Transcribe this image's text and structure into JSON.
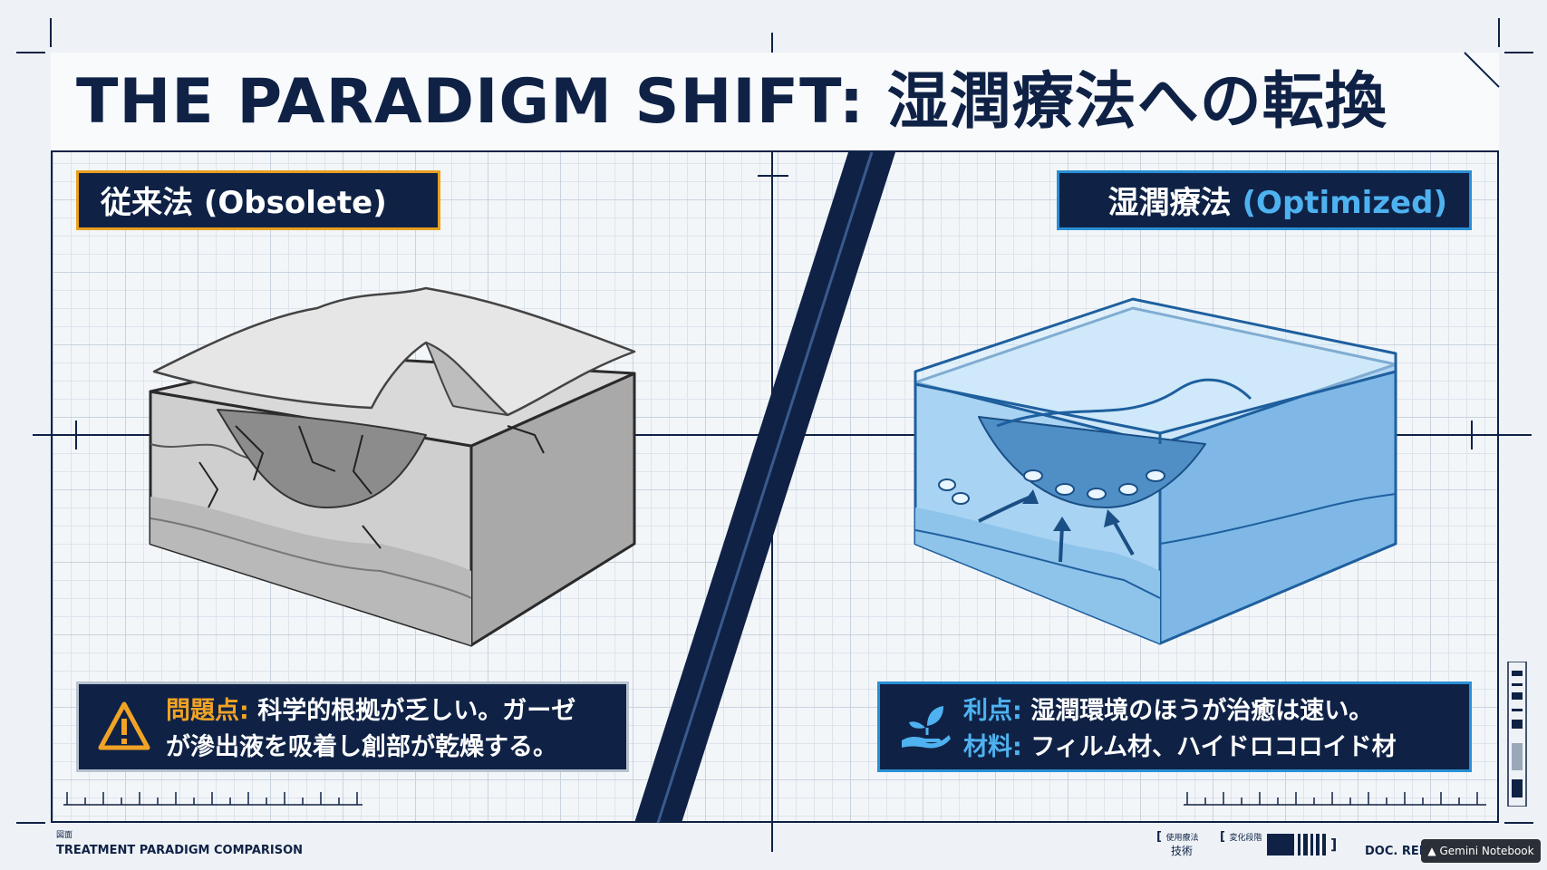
{
  "title": "THE PARADIGM SHIFT: 湿潤療法への転換",
  "left_panel": {
    "label": "従来法 (Obsolete)",
    "illustration": "dry-gauze-cracked-skin",
    "problem_keyword": "問題点:",
    "problem_line1": "科学的根拠が乏しい。ガーゼ",
    "problem_line2": "が滲出液を吸着し創部が乾燥する。",
    "icon": "warning-triangle-icon"
  },
  "right_panel": {
    "label_main": "湿潤療法",
    "label_accent": "(Optimized)",
    "illustration": "moist-film-healing-skin",
    "benefit_keyword": "利点:",
    "benefit_text": "湿潤環境のほうが治癒は速い。",
    "material_keyword": "材料:",
    "material_text": "フィルム材、ハイドロコロイド材",
    "icon": "plant-hand-icon"
  },
  "footer": {
    "small_label": "図面",
    "caption": "TREATMENT PARADIGM COMPARISON",
    "field1_label": "使用療法",
    "field1_value": "技術",
    "field2_label": "変化段階",
    "doc_ref": "DOC. REF:",
    "badge": "Gemini Notebook"
  },
  "colors": {
    "navy": "#0f2246",
    "orange": "#e8a020",
    "blue": "#2a8fd4",
    "grid_bg": "#f3f6f9"
  }
}
